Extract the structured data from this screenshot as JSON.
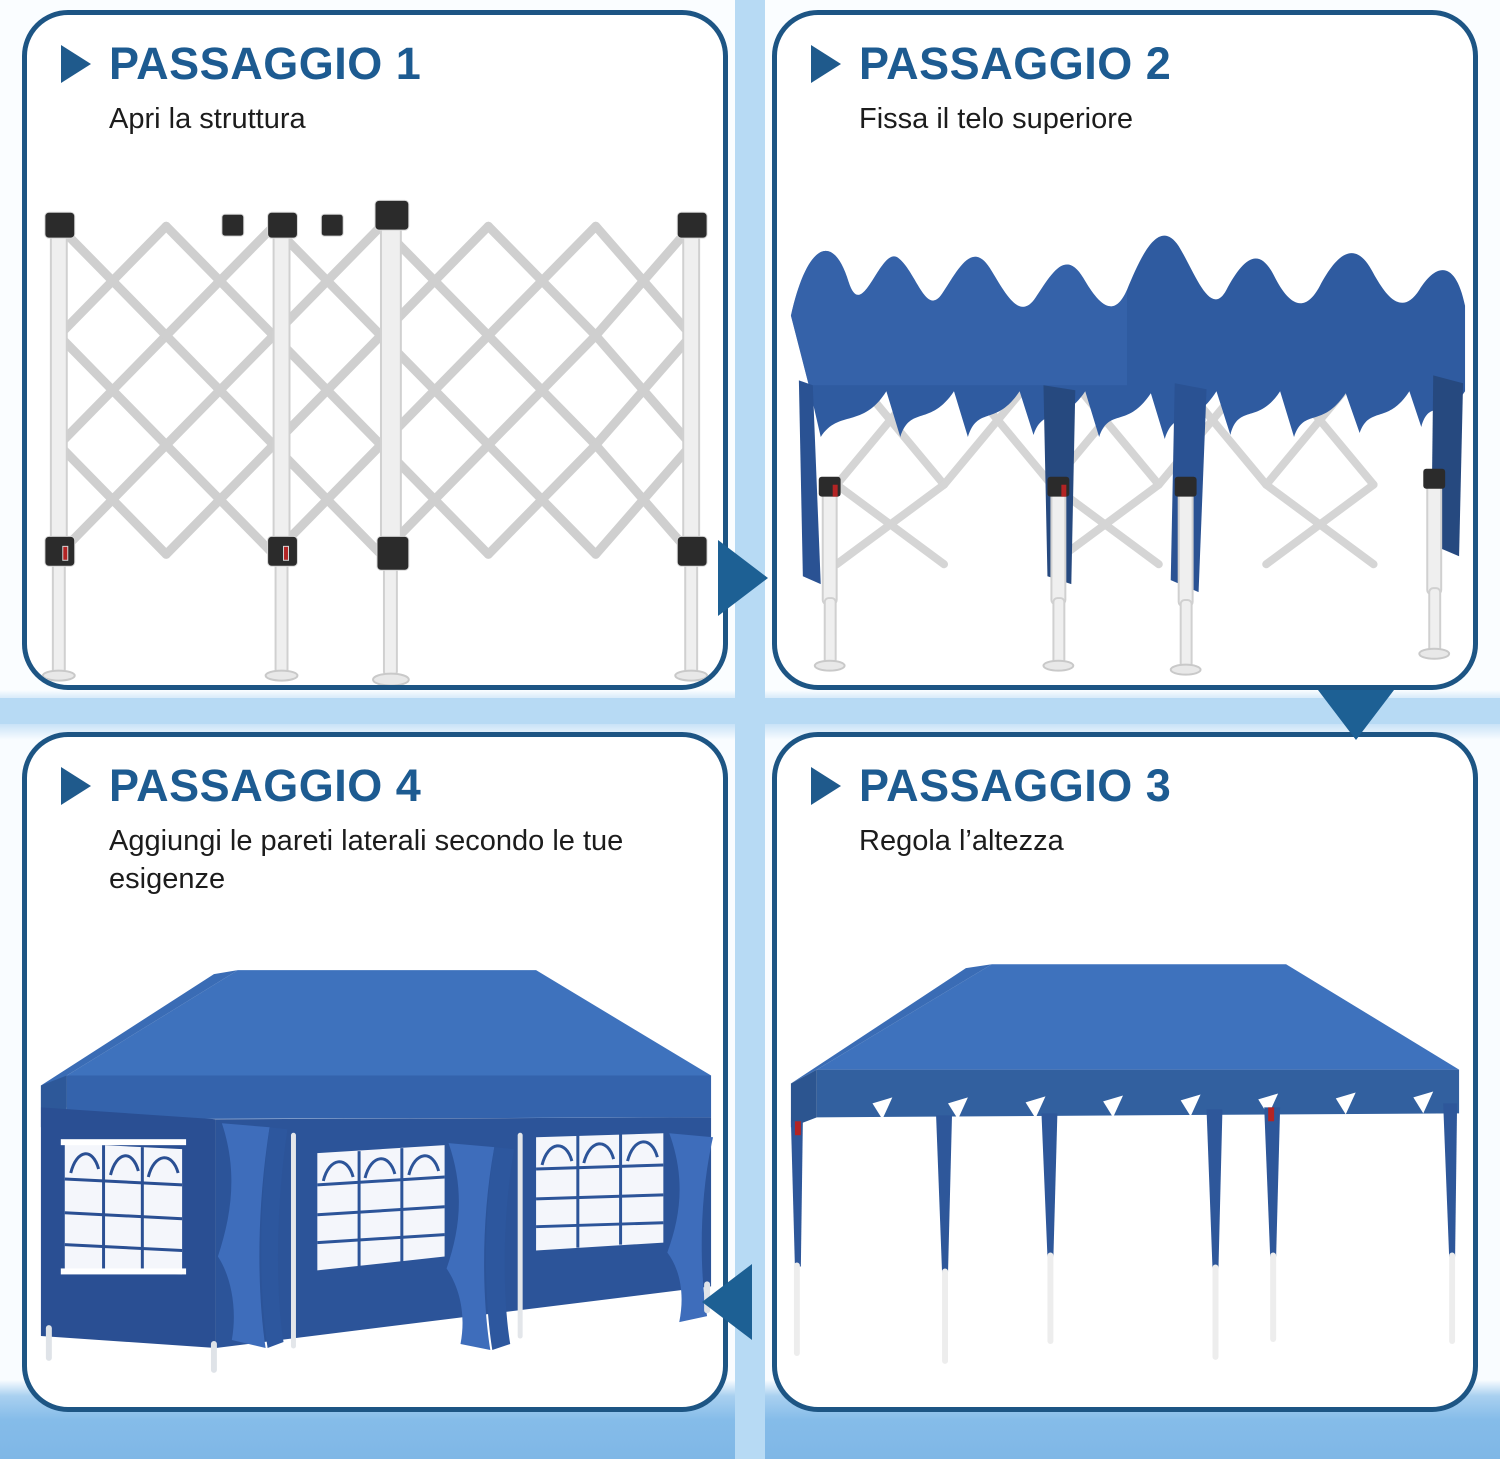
{
  "theme": {
    "accent_blue": "#1d5b91",
    "border_blue": "#1d5584",
    "gutter_blue": "#b7daf4",
    "page_blue": "#7fb7e6",
    "fabric_blue": "#2f5ba0",
    "fabric_blue_light": "#3f6cb4",
    "frame_white": "#f2f2f2",
    "joint_black": "#2b2b2b",
    "text_dark": "#1c1c1c"
  },
  "steps": [
    {
      "id": "step-1",
      "title": "PASSAGGIO 1",
      "subtitle": "Apri la struttura",
      "bullet_icon": "play-triangle-icon",
      "illustration": "folding-frame-expanded"
    },
    {
      "id": "step-2",
      "title": "PASSAGGIO 2",
      "subtitle": "Fissa il telo superiore",
      "bullet_icon": "play-triangle-icon",
      "illustration": "canopy-fabric-draped-on-frame"
    },
    {
      "id": "step-3",
      "title": "PASSAGGIO 3",
      "subtitle": "Regola l’altezza",
      "bullet_icon": "play-triangle-icon",
      "illustration": "gazebo-canopy-no-walls"
    },
    {
      "id": "step-4",
      "title": "PASSAGGIO 4",
      "subtitle": "Aggiungi le pareti laterali secondo le tue esigenze",
      "bullet_icon": "play-triangle-icon",
      "illustration": "gazebo-with-sidewalls-and-windows"
    }
  ],
  "connectors": [
    {
      "id": "connector-1-to-2",
      "direction": "right",
      "icon": "arrow-right-icon"
    },
    {
      "id": "connector-2-to-3",
      "direction": "down",
      "icon": "arrow-down-icon"
    },
    {
      "id": "connector-3-to-4",
      "direction": "left",
      "icon": "arrow-left-icon"
    }
  ]
}
